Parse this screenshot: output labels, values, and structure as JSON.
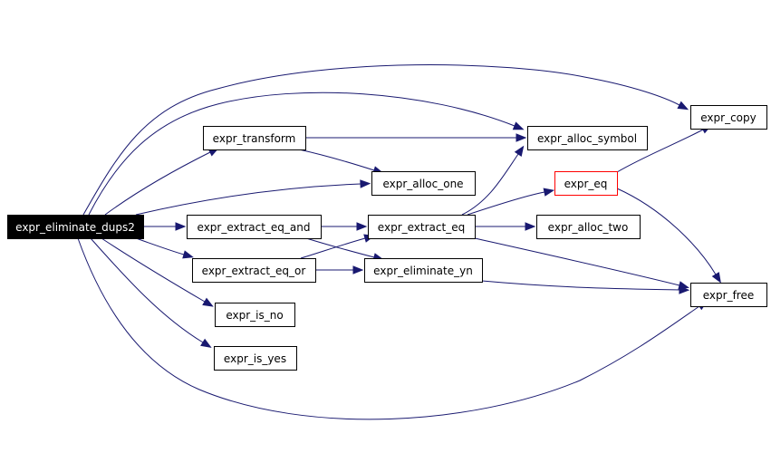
{
  "graph": {
    "colors": {
      "edge": "#191970",
      "highlight": "#ff0000",
      "root_fill": "#000000",
      "root_text": "#ffffff"
    },
    "nodes": [
      {
        "id": "expr_eliminate_dups2",
        "label": "expr_eliminate_dups2"
      },
      {
        "id": "expr_transform",
        "label": "expr_transform"
      },
      {
        "id": "expr_alloc_symbol",
        "label": "expr_alloc_symbol"
      },
      {
        "id": "expr_copy",
        "label": "expr_copy"
      },
      {
        "id": "expr_alloc_one",
        "label": "expr_alloc_one"
      },
      {
        "id": "expr_eq",
        "label": "expr_eq"
      },
      {
        "id": "expr_extract_eq_and",
        "label": "expr_extract_eq_and"
      },
      {
        "id": "expr_extract_eq",
        "label": "expr_extract_eq"
      },
      {
        "id": "expr_alloc_two",
        "label": "expr_alloc_two"
      },
      {
        "id": "expr_extract_eq_or",
        "label": "expr_extract_eq_or"
      },
      {
        "id": "expr_eliminate_yn",
        "label": "expr_eliminate_yn"
      },
      {
        "id": "expr_free",
        "label": "expr_free"
      },
      {
        "id": "expr_is_no",
        "label": "expr_is_no"
      },
      {
        "id": "expr_is_yes",
        "label": "expr_is_yes"
      }
    ],
    "edges": [
      {
        "from": "expr_eliminate_dups2",
        "to": "expr_copy"
      },
      {
        "from": "expr_eliminate_dups2",
        "to": "expr_alloc_symbol"
      },
      {
        "from": "expr_eliminate_dups2",
        "to": "expr_transform"
      },
      {
        "from": "expr_eliminate_dups2",
        "to": "expr_alloc_one"
      },
      {
        "from": "expr_eliminate_dups2",
        "to": "expr_extract_eq_and"
      },
      {
        "from": "expr_eliminate_dups2",
        "to": "expr_extract_eq_or"
      },
      {
        "from": "expr_eliminate_dups2",
        "to": "expr_is_no"
      },
      {
        "from": "expr_eliminate_dups2",
        "to": "expr_is_yes"
      },
      {
        "from": "expr_eliminate_dups2",
        "to": "expr_free"
      },
      {
        "from": "expr_transform",
        "to": "expr_alloc_symbol"
      },
      {
        "from": "expr_transform",
        "to": "expr_alloc_one"
      },
      {
        "from": "expr_extract_eq_and",
        "to": "expr_extract_eq"
      },
      {
        "from": "expr_extract_eq_and",
        "to": "expr_eliminate_yn"
      },
      {
        "from": "expr_extract_eq_or",
        "to": "expr_extract_eq"
      },
      {
        "from": "expr_extract_eq_or",
        "to": "expr_eliminate_yn"
      },
      {
        "from": "expr_extract_eq",
        "to": "expr_alloc_symbol"
      },
      {
        "from": "expr_extract_eq",
        "to": "expr_eq"
      },
      {
        "from": "expr_extract_eq",
        "to": "expr_alloc_two"
      },
      {
        "from": "expr_extract_eq",
        "to": "expr_free"
      },
      {
        "from": "expr_eq",
        "to": "expr_copy"
      },
      {
        "from": "expr_eq",
        "to": "expr_free"
      },
      {
        "from": "expr_eliminate_yn",
        "to": "expr_free"
      }
    ]
  }
}
